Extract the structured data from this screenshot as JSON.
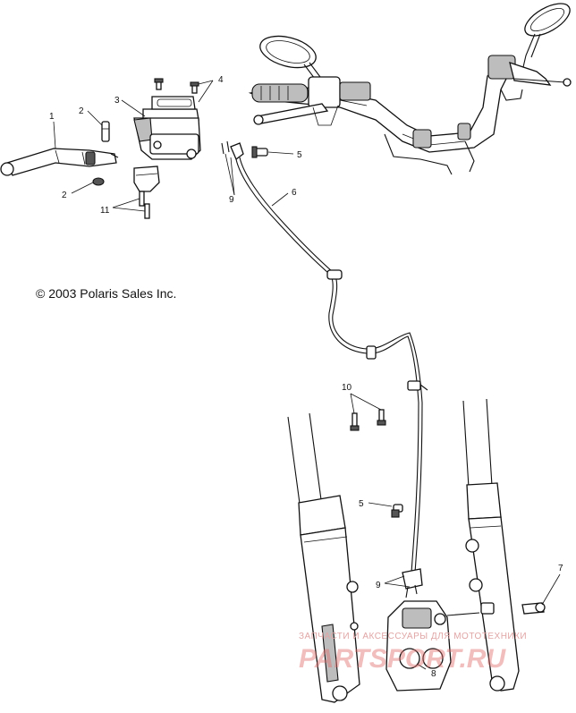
{
  "copyright": "© 2003 Polaris Sales Inc.",
  "watermark": {
    "tagline": "ЗАПЧАСТИ И АКСЕССУАРЫ ДЛЯ МОТОТЕХНИКИ",
    "site": "PARTSPORT.RU"
  },
  "callouts": {
    "c1": "1",
    "c2a": "2",
    "c2b": "2",
    "c3": "3",
    "c4": "4",
    "c5a": "5",
    "c5b": "5",
    "c6": "6",
    "c7": "7",
    "c8": "8",
    "c9a": "9",
    "c9b": "9",
    "c10": "10",
    "c11": "11"
  }
}
